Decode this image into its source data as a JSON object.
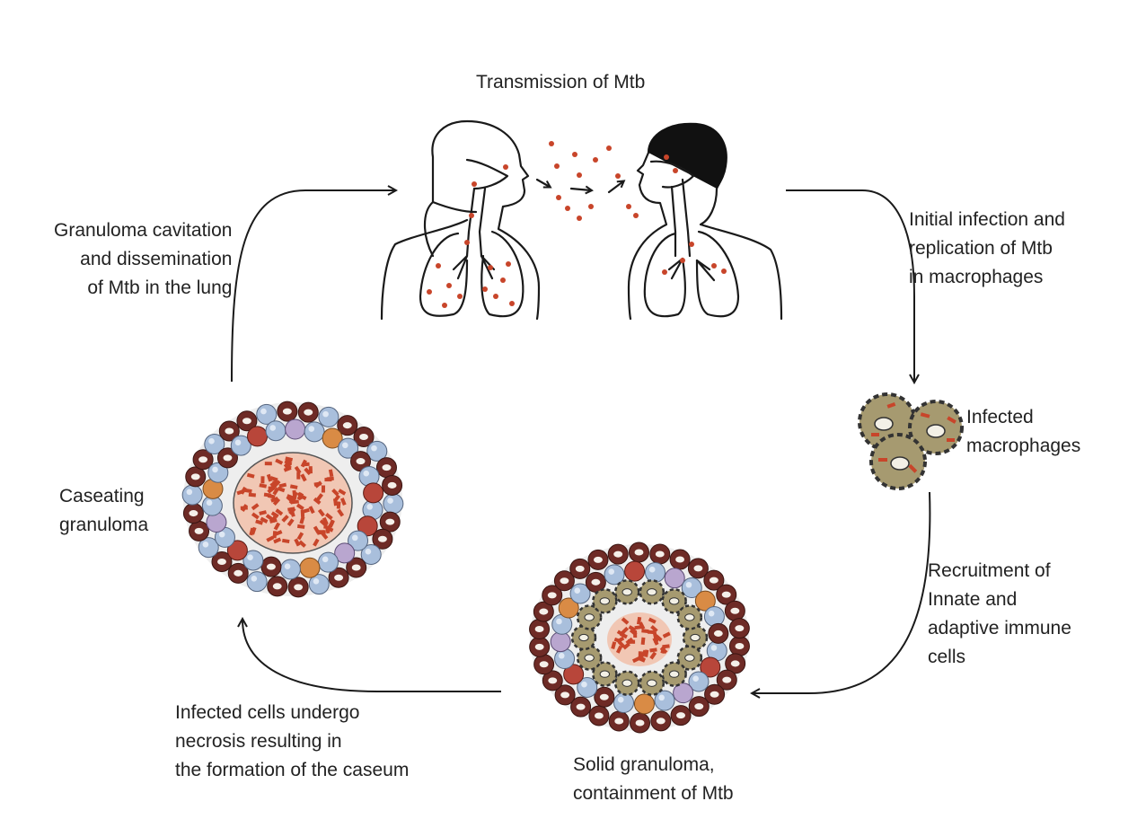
{
  "colors": {
    "bacteria": "#c8452a",
    "line": "#1a1a1a",
    "macrophage": "#a69a70",
    "lymphocyte_outer": "#6e2b26",
    "lymphocyte_core": "#f5f0ea",
    "blue_cell": "#a9bfdc",
    "caseum": "#f1c7b4"
  },
  "labels": {
    "transmission": "Transmission of Mtb",
    "initial_infection": "Initial infection and\nreplication of Mtb\nin macrophages",
    "infected_macrophages": "Infected\nmacrophages",
    "recruitment": "Recruitment of\nInnate and\nadaptive immune\ncells",
    "solid_granuloma": "Solid granuloma,\ncontainment of Mtb",
    "necrosis": "Infected cells undergo\nnecrosis resulting in\nthe formation of the caseum",
    "caseating": "Caseating\ngranuloma",
    "cavitation": "Granuloma cavitation\nand dissemination\nof Mtb in the lung"
  },
  "icons": [
    "people-transmission-icon",
    "infected-macrophages-icon",
    "solid-granuloma-icon",
    "caseating-granuloma-icon"
  ]
}
